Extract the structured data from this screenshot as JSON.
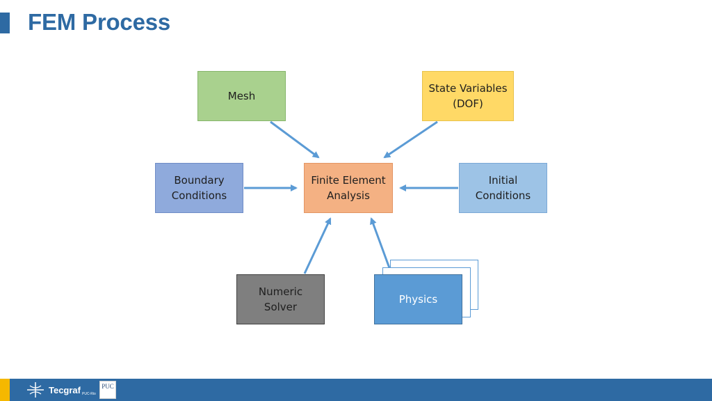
{
  "page": {
    "title": "FEM Process"
  },
  "nodes": {
    "mesh": "Mesh",
    "state_variables": [
      "State Variables",
      "(DOF)"
    ],
    "boundary_conditions": [
      "Boundary",
      "Conditions"
    ],
    "finite_element_analysis": [
      "Finite Element",
      "Analysis"
    ],
    "initial_conditions": [
      "Initial",
      "Conditions"
    ],
    "numeric_solver": [
      "Numeric",
      "Solver"
    ],
    "physics": "Physics"
  },
  "footer": {
    "logo_text": "Tecgraf",
    "logo_subtext": "PUC-Rio",
    "puc_logo_text": "PUC"
  },
  "colors": {
    "accent": "#2e6aa3",
    "arrow": "#5b9bd5",
    "footer_accent": "#f5b800"
  }
}
